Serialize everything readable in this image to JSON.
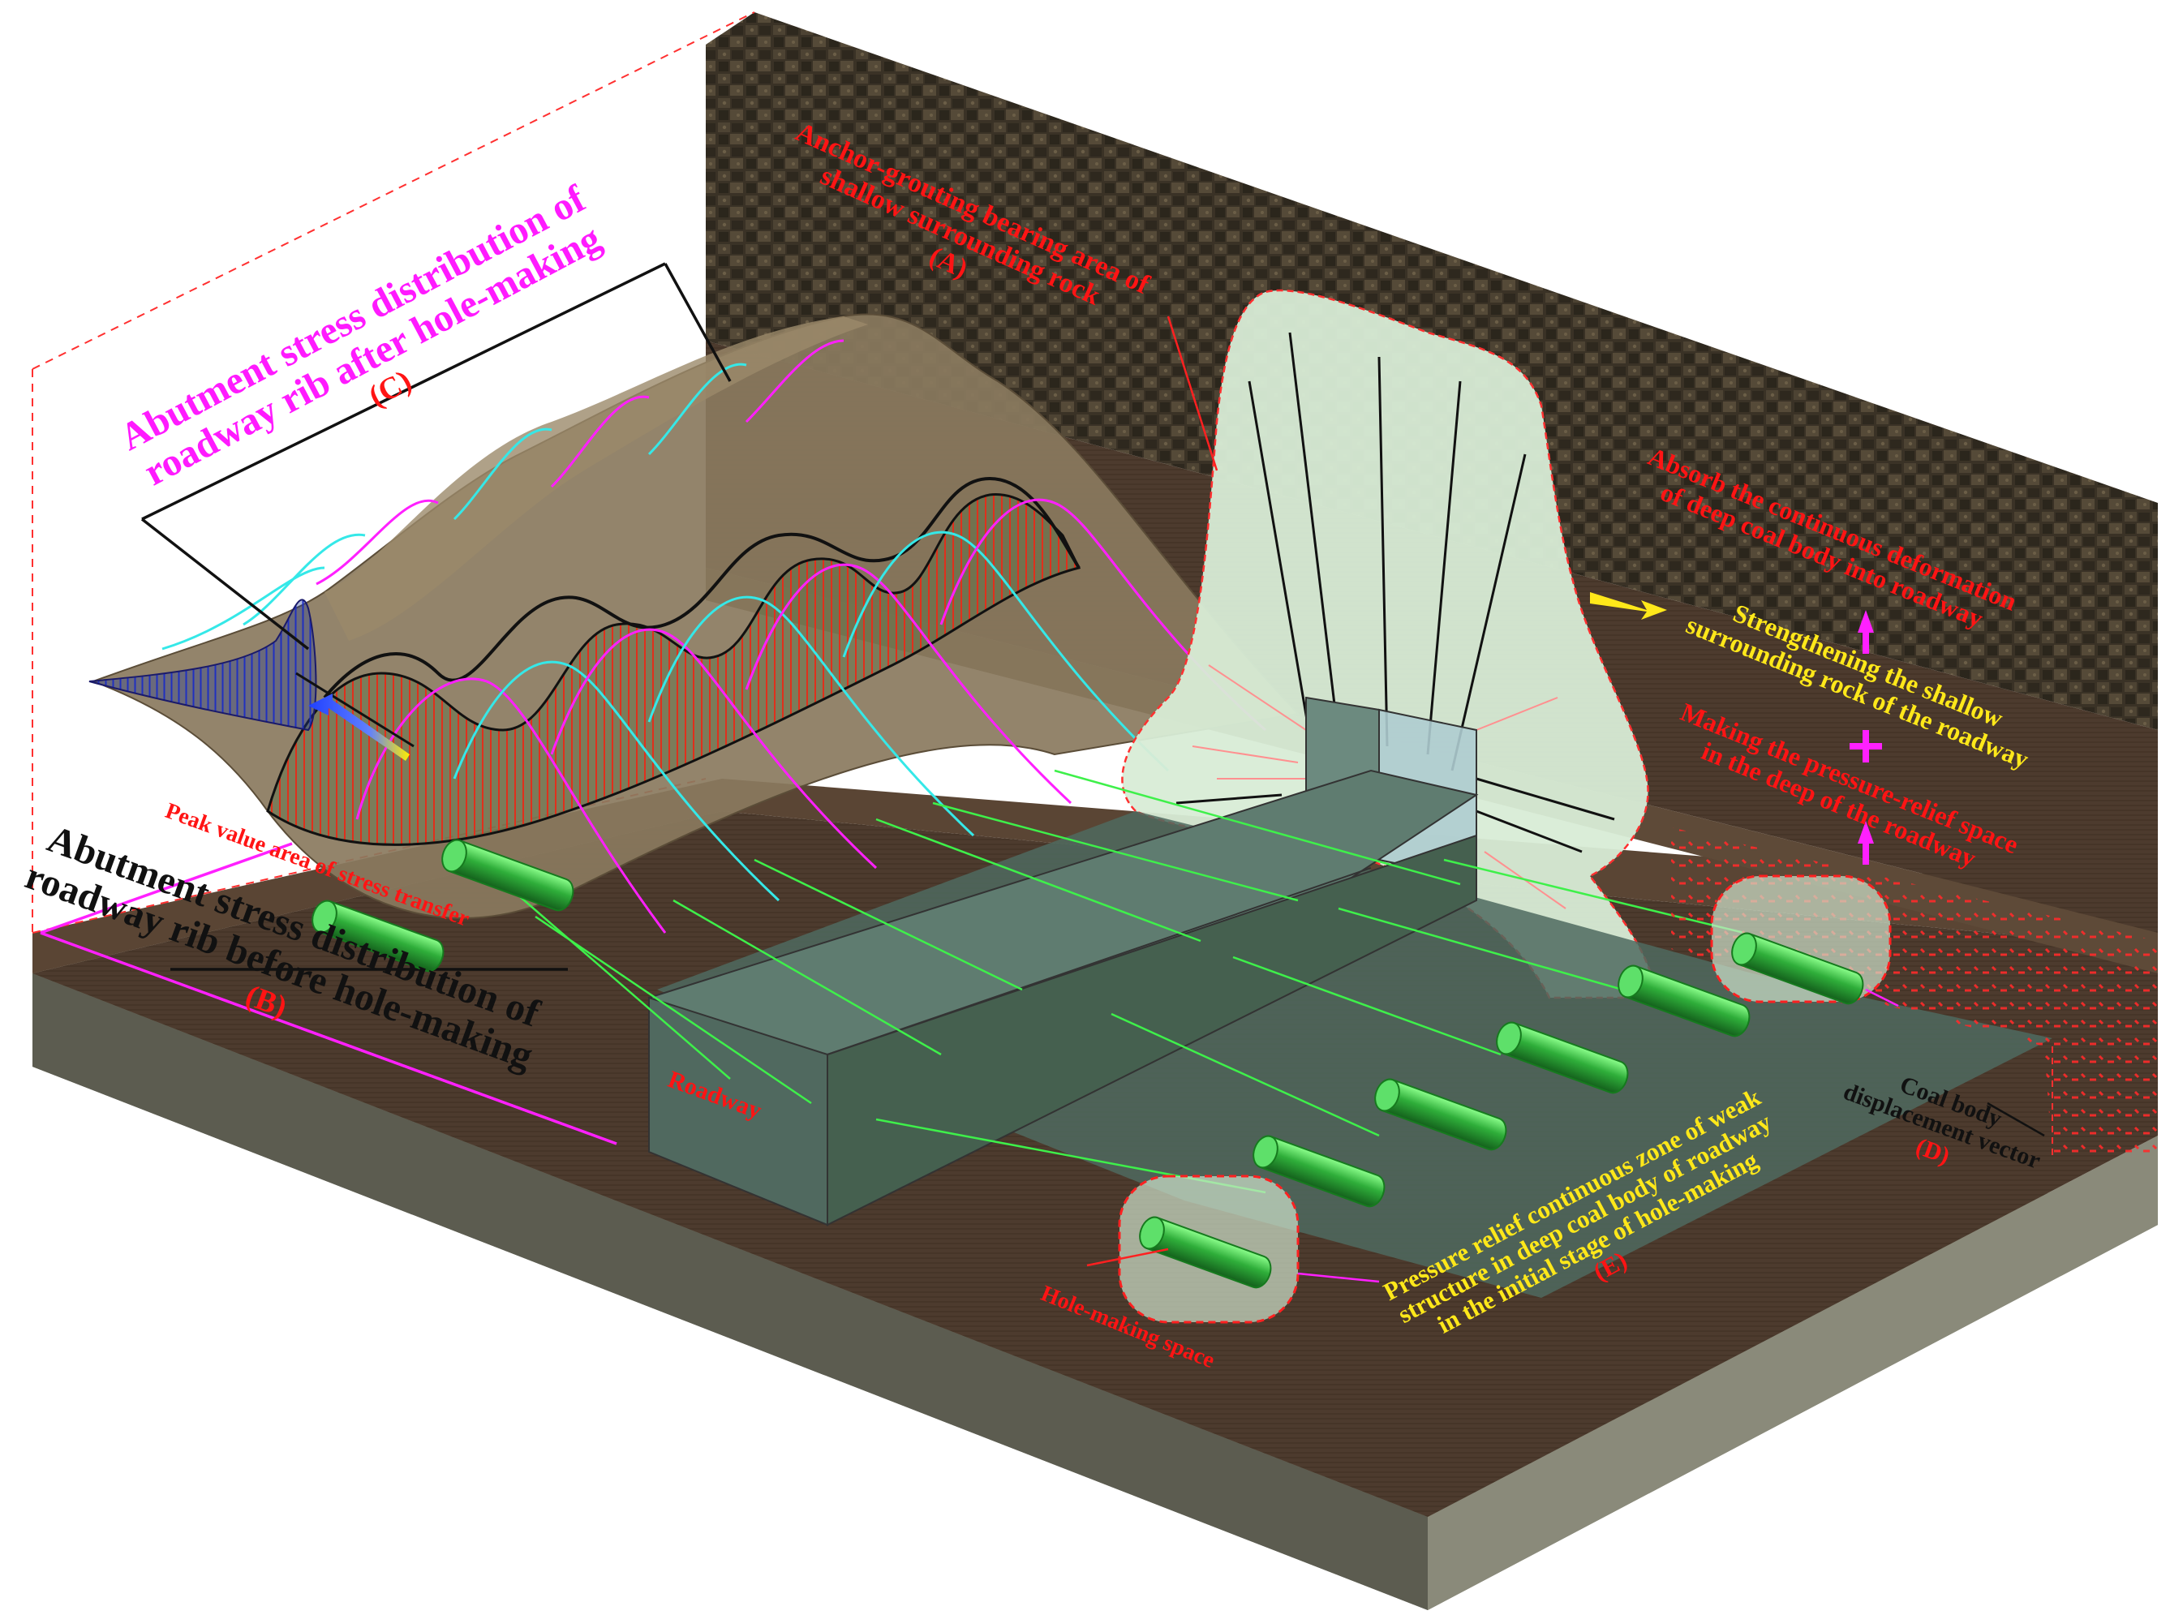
{
  "labels": {
    "a": {
      "lines": [
        "Anchor-grouting bearing area of",
        "shallow surrounding rock"
      ],
      "tag": "(A)"
    },
    "c": {
      "lines": [
        "Abutment stress distribution of",
        "roadway rib after hole-making"
      ],
      "tag": "(C)"
    },
    "b": {
      "lines": [
        "Abutment stress distribution of",
        "roadway rib before hole-making"
      ],
      "tag": "(B)"
    },
    "peak": "Peak value area of stress transfer",
    "roadway": "Roadway",
    "absorb": [
      "Absorb the continuous deformation",
      "of deep coal body into roadway"
    ],
    "strengthen": [
      "Strengthening the shallow",
      "surrounding rock of the roadway"
    ],
    "making": [
      "Making the pressure-relief space",
      "in the deep of the roadway"
    ],
    "d": {
      "lines": [
        "Coal body",
        "displacement vector"
      ],
      "tag": "(D)"
    },
    "e": {
      "lines": [
        "Pressure relief continuous zone of weak",
        "structure in deep coal body of roadway",
        "in the initial stage of hole-making"
      ],
      "tag": "(E)"
    },
    "hole_space": "Hole-making space"
  },
  "colors": {
    "rock": "#3d3428",
    "coal": "#4d3b2e",
    "base_slab": "#6e6e60",
    "roadway": "#4f6a5f",
    "stress_surface": "#8a7a5e",
    "pressure_relief_zone": "#d8ecd6",
    "borehole": "#2fae3a",
    "cyan_contour": "#35e8e8",
    "magenta_contour": "#ff20ff",
    "label_red": "#ff1414",
    "label_magenta": "#ff1aff",
    "label_yellow": "#ffe81a"
  },
  "icons": {
    "arrow_right": "yellow-arrow-right-icon",
    "arrow_up": "magenta-arrow-up-icon",
    "plus": "magenta-plus-icon"
  }
}
